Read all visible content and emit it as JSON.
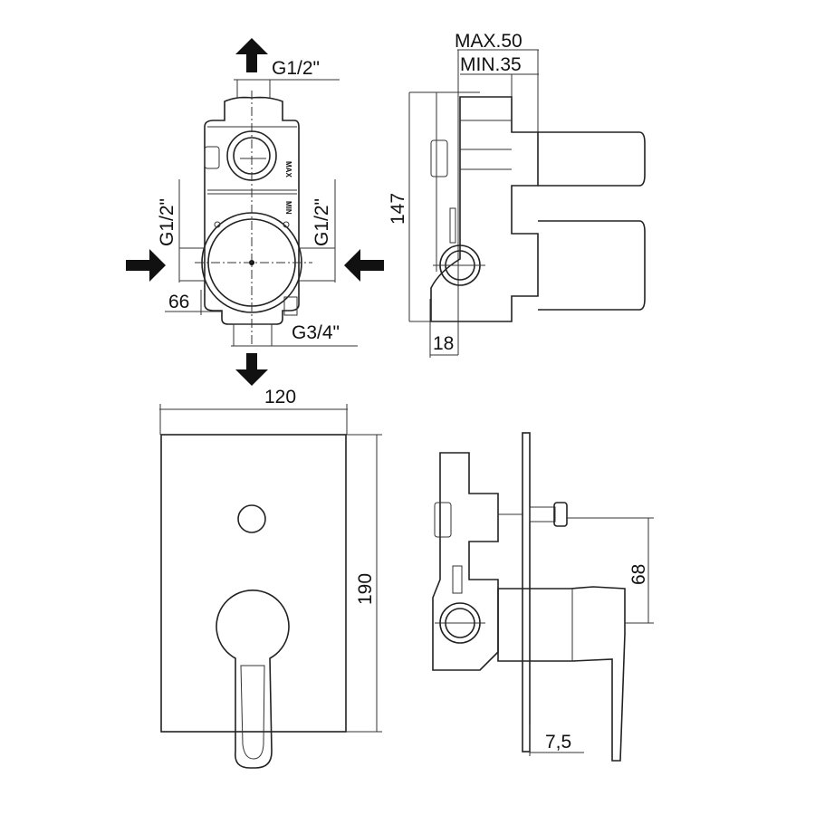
{
  "front_valve_view": {
    "outlet_top_thread": "G1/2\"",
    "inlet_left_thread": "G1/2\"",
    "inlet_right_thread": "G1/2\"",
    "outlet_bottom_thread": "G3/4\"",
    "offset_dimension": "66",
    "max_marking": "MAX",
    "min_marking": "MIN"
  },
  "side_valve_view": {
    "max_depth": "MAX.50",
    "min_depth": "MIN.35",
    "height_dimension": "147",
    "base_dimension": "18"
  },
  "front_plate_view": {
    "width_dimension": "120",
    "height_dimension": "190"
  },
  "side_assembly_view": {
    "handle_offset_dimension": "68",
    "plate_thickness_dimension": "7,5"
  }
}
